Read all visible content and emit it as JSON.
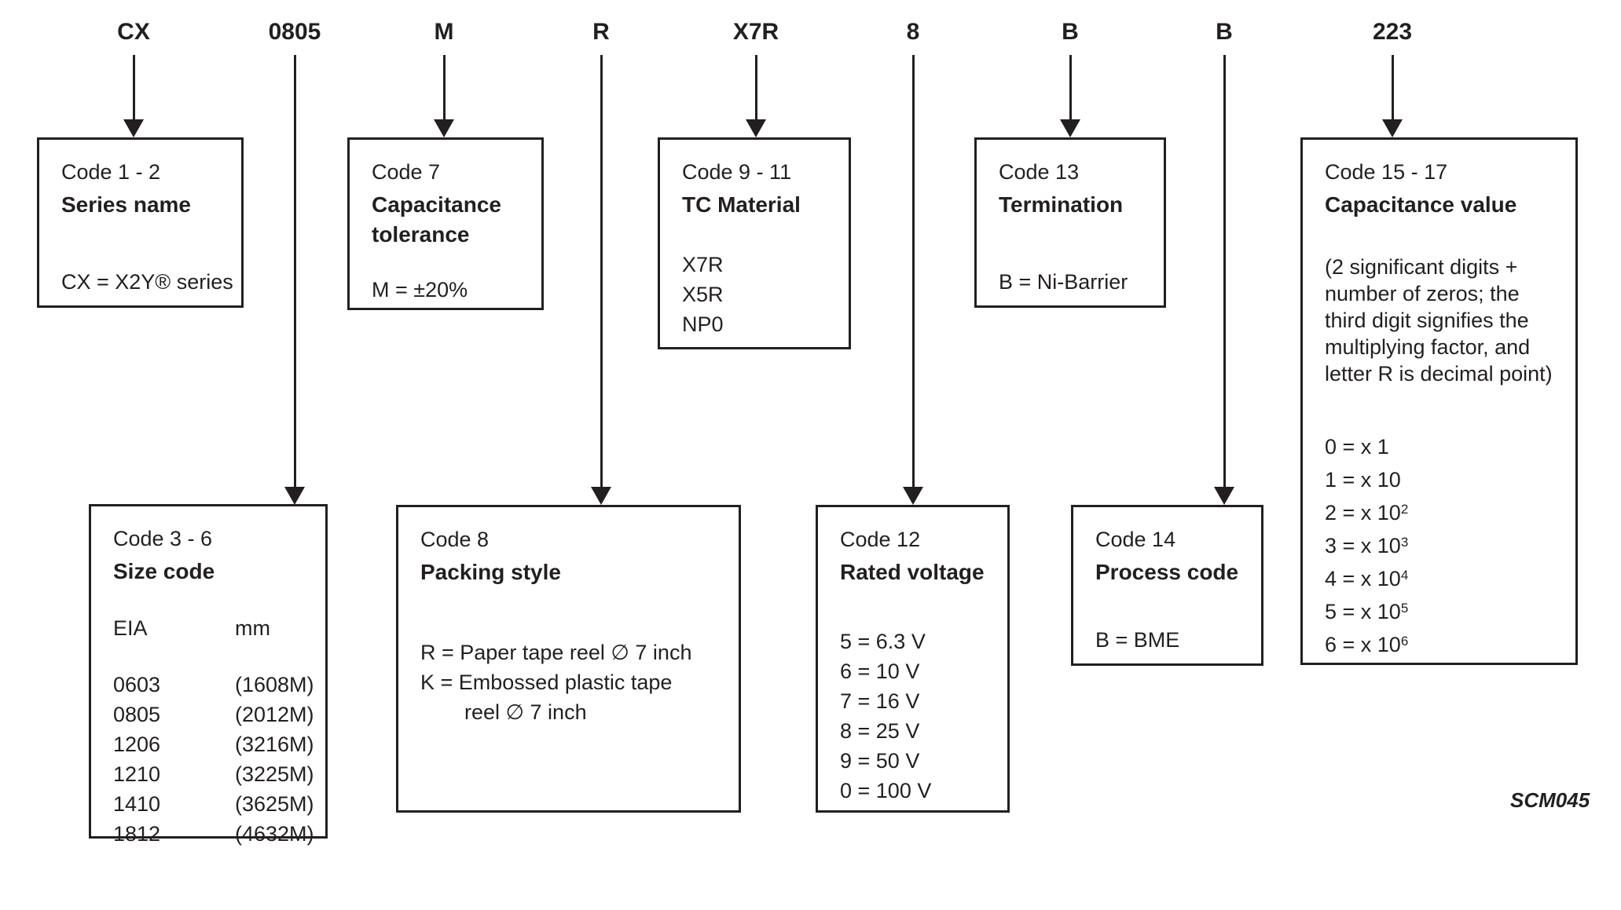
{
  "footnote": "SCM045",
  "code_labels": [
    {
      "text": "CX"
    },
    {
      "text": "0805"
    },
    {
      "text": "M"
    },
    {
      "text": "R"
    },
    {
      "text": "X7R"
    },
    {
      "text": "8"
    },
    {
      "text": "B"
    },
    {
      "text": "B"
    },
    {
      "text": "223"
    }
  ],
  "boxes": {
    "series": {
      "code_range": "Code 1 - 2",
      "title": "Series name",
      "entries": [
        "CX = X2Y® series"
      ]
    },
    "tolerance": {
      "code_range": "Code 7",
      "title": "Capacitance tolerance",
      "entries": [
        "M = ±20%"
      ]
    },
    "tc_material": {
      "code_range": "Code 9 - 11",
      "title": "TC Material",
      "entries": [
        "X7R",
        "X5R",
        "NP0"
      ]
    },
    "termination": {
      "code_range": "Code 13",
      "title": "Termination",
      "entries": [
        "B = Ni-Barrier"
      ]
    },
    "capacitance_value": {
      "code_range": "Code 15 - 17",
      "title": "Capacitance value",
      "note_lines": [
        "(2 significant digits +",
        "number of zeros; the",
        "third digit signifies the",
        "multiplying factor, and",
        "letter R is decimal point)"
      ],
      "multipliers": [
        {
          "base": "0 = x 1",
          "sup": ""
        },
        {
          "base": "1 = x 10",
          "sup": ""
        },
        {
          "base": "2 = x 10",
          "sup": "2"
        },
        {
          "base": "3 = x 10",
          "sup": "3"
        },
        {
          "base": "4 = x 10",
          "sup": "4"
        },
        {
          "base": "5 = x 10",
          "sup": "5"
        },
        {
          "base": "6 = x 10",
          "sup": "6"
        }
      ]
    },
    "size": {
      "code_range": "Code 3 - 6",
      "title": "Size code",
      "col_eia": "EIA",
      "col_mm": "mm",
      "rows": [
        {
          "eia": "0603",
          "mm": "(1608M)"
        },
        {
          "eia": "0805",
          "mm": "(2012M)"
        },
        {
          "eia": "1206",
          "mm": "(3216M)"
        },
        {
          "eia": "1210",
          "mm": "(3225M)"
        },
        {
          "eia": "1410",
          "mm": "(3625M)"
        },
        {
          "eia": "1812",
          "mm": "(4632M)"
        }
      ]
    },
    "packing": {
      "code_range": "Code 8",
      "title": "Packing style",
      "entries": [
        "R = Paper tape reel ∅ 7 inch",
        "K = Embossed plastic tape",
        "reel ∅ 7 inch"
      ]
    },
    "voltage": {
      "code_range": "Code 12",
      "title": "Rated voltage",
      "entries": [
        "5 = 6.3 V",
        "6 = 10 V",
        "7 = 16 V",
        "8 = 25 V",
        "9 = 50 V",
        "0 = 100 V"
      ]
    },
    "process": {
      "code_range": "Code 14",
      "title": "Process code",
      "entries": [
        "B = BME"
      ]
    }
  }
}
